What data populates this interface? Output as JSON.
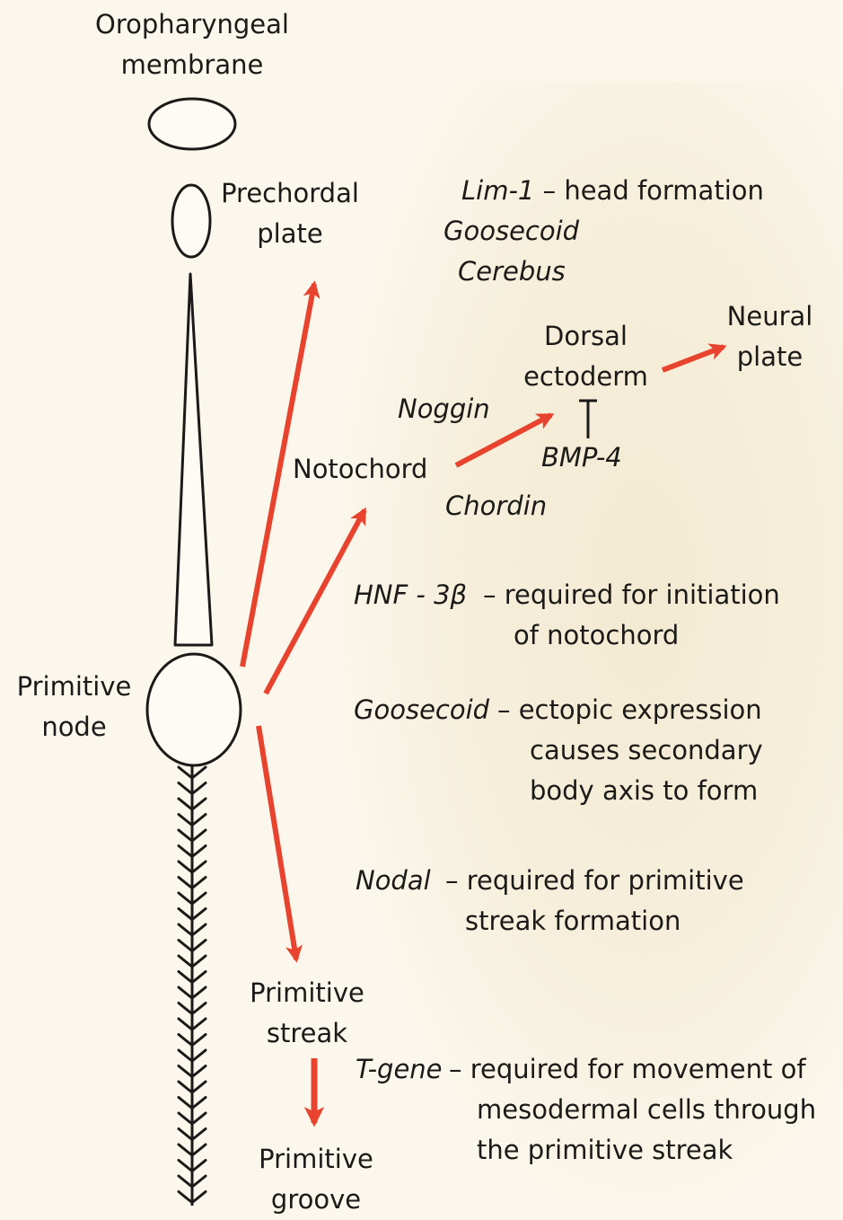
{
  "structures": {
    "oropharyngeal_membrane": [
      "Oropharyngeal",
      "membrane"
    ],
    "prechordal_plate": [
      "Prechordal",
      "plate"
    ],
    "primitive_node": [
      "Primitive",
      "node"
    ],
    "notochord": "Notochord",
    "dorsal_ectoderm": [
      "Dorsal",
      "ectoderm"
    ],
    "neural_plate": [
      "Neural",
      "plate"
    ],
    "primitive_streak": [
      "Primitive",
      "streak"
    ],
    "primitive_groove": [
      "Primitive",
      "groove"
    ]
  },
  "head_genes": {
    "lim1_name": "Lim-1",
    "lim1_desc": " – head formation",
    "goosecoid": "Goosecoid",
    "cerebus": "Cerebus"
  },
  "signals": {
    "noggin": "Noggin",
    "chordin": "Chordin",
    "bmp4": "BMP-4"
  },
  "gene_notes": [
    {
      "name": "HNF - 3β",
      "desc": [
        "– required for initiation",
        "of notochord"
      ]
    },
    {
      "name": "Goosecoid",
      "desc": [
        "– ectopic expression",
        "causes secondary",
        "body axis to form"
      ]
    },
    {
      "name": "Nodal",
      "desc": [
        "– required for primitive",
        "streak formation"
      ]
    },
    {
      "name": "T-gene",
      "desc": [
        "– required for movement of",
        "mesodermal cells through",
        "the primitive streak"
      ]
    }
  ],
  "colors": {
    "arrow": "#e8432e",
    "outline": "#1c1a18",
    "shape_fill": "#fdfbf3",
    "background": "#fbf7ec"
  }
}
